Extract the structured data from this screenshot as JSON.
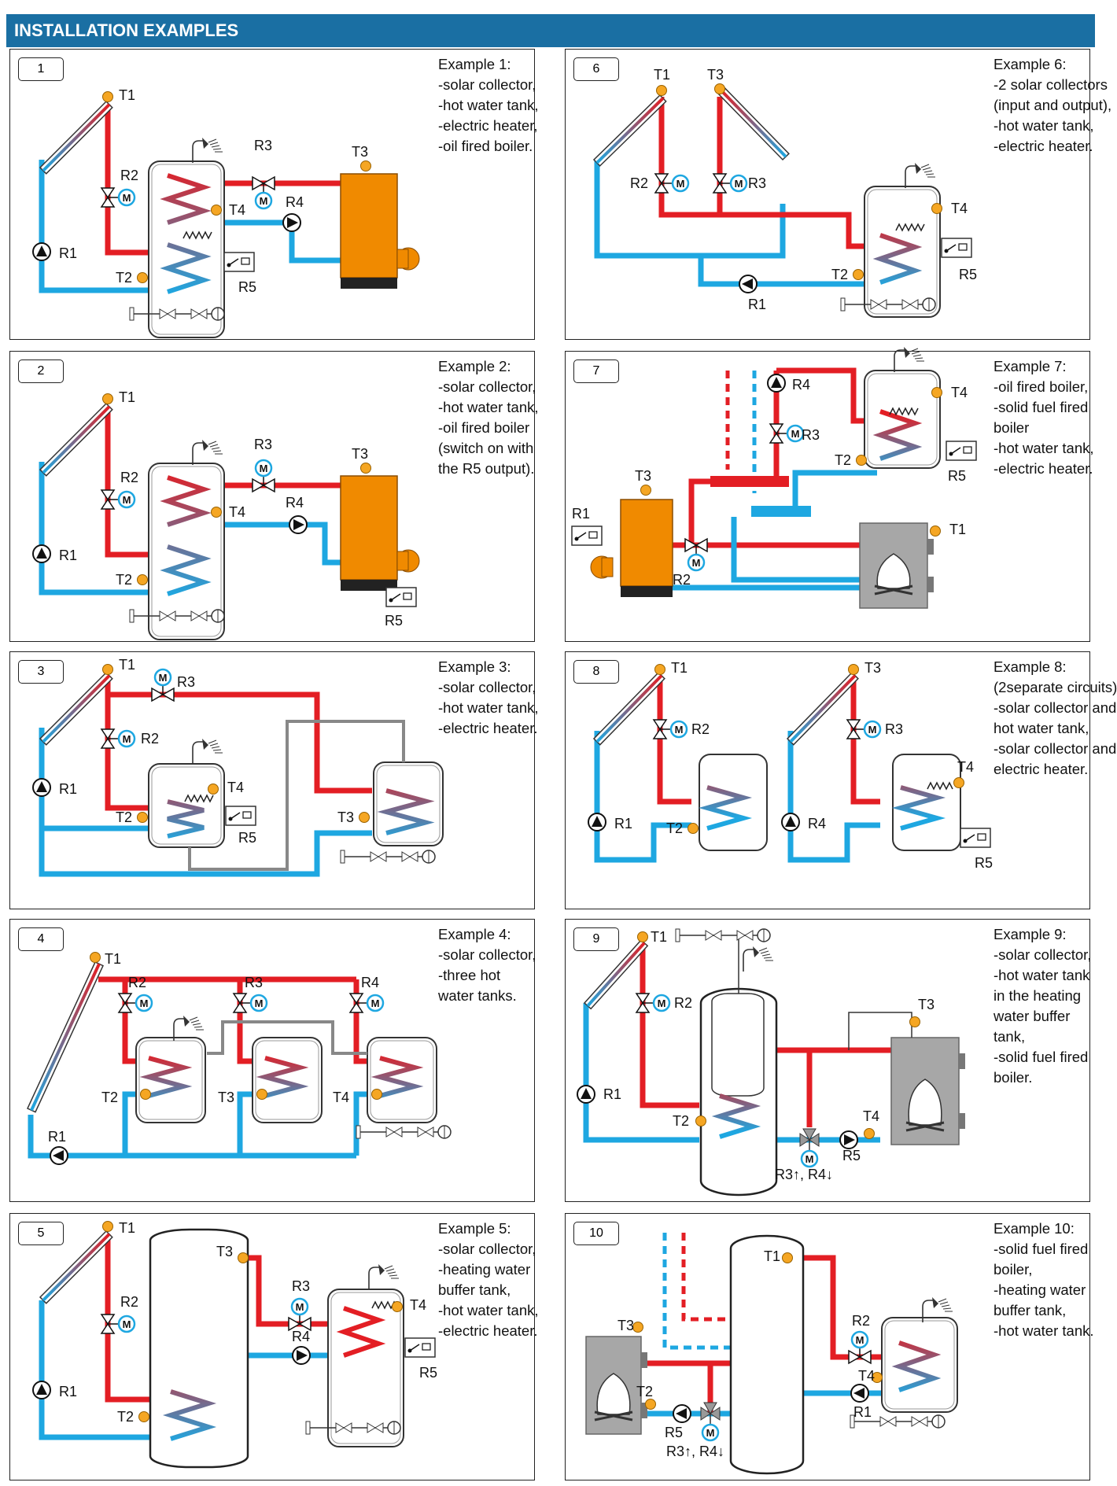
{
  "header": {
    "title": "INSTALLATION EXAMPLES"
  },
  "colors": {
    "hot": "#e31e24",
    "cold": "#1ea7e1",
    "boiler": "#f08a00",
    "solid_boiler": "#a7a7a7",
    "header": "#1a6fa3"
  },
  "examples": [
    {
      "number": "1",
      "lines": [
        "Example 1:",
        "-solar collector,",
        "-hot water tank,",
        "-electric heater,",
        "-oil fired boiler."
      ],
      "labels": [
        "T1",
        "R2",
        "R1",
        "T2",
        "R3",
        "T4",
        "R4",
        "T3",
        "R5"
      ]
    },
    {
      "number": "2",
      "lines": [
        "Example 2:",
        "-solar collector,",
        "-hot water tank,",
        "-oil fired boiler",
        "(switch on with",
        "the R5 output)."
      ],
      "labels": [
        "T1",
        "R2",
        "R1",
        "T2",
        "R3",
        "T4",
        "R4",
        "T3",
        "R5"
      ]
    },
    {
      "number": "3",
      "lines": [
        "Example 3:",
        "-solar collector,",
        "-hot water tank,",
        "-electric heater."
      ],
      "labels": [
        "T1",
        "R3",
        "R2",
        "R1",
        "T4",
        "T2",
        "R5",
        "T3"
      ]
    },
    {
      "number": "4",
      "lines": [
        "Example 4:",
        "-solar collector,",
        "-three hot",
        "water tanks."
      ],
      "labels": [
        "T1",
        "R2",
        "R3",
        "R4",
        "T2",
        "T3",
        "T4",
        "R1"
      ]
    },
    {
      "number": "5",
      "lines": [
        "Example 5:",
        "-solar collector,",
        "-heating water",
        " buffer tank,",
        "-hot water tank,",
        "-electric heater."
      ],
      "labels": [
        "T1",
        "T3",
        "R3",
        "T4",
        "R2",
        "R4",
        "R1",
        "T2",
        "R5"
      ]
    },
    {
      "number": "6",
      "lines": [
        "Example 6:",
        "-2 solar collectors",
        "(input and output),",
        "-hot water tank,",
        "-electric heater."
      ],
      "labels": [
        "T1",
        "T3",
        "R2",
        "R3",
        "T4",
        "T2",
        "R1",
        "R5"
      ]
    },
    {
      "number": "7",
      "lines": [
        "Example 7:",
        "-oil fired boiler,",
        "-solid fuel fired",
        "boiler",
        "-hot water tank,",
        "-electric heater."
      ],
      "labels": [
        "R4",
        "T4",
        "R3",
        "T2",
        "R5",
        "T3",
        "T1",
        "R1",
        "R2"
      ]
    },
    {
      "number": "8",
      "lines": [
        "Example 8:",
        "(2separate circuits)",
        "-solar collector and",
        "hot water tank,",
        "-solar collector and",
        "electric heater."
      ],
      "labels": [
        "T1",
        "R2",
        "T3",
        "R3",
        "T4",
        "R1",
        "T2",
        "R4",
        "R5"
      ]
    },
    {
      "number": "9",
      "lines": [
        "Example 9:",
        "-solar collector,",
        "-hot water tank",
        "in the heating",
        "water buffer",
        "tank,",
        "-solid fuel fired",
        " boiler."
      ],
      "labels": [
        "T1",
        "R2",
        "T3",
        "R1",
        "T4",
        "T2",
        "R5",
        "R3",
        "R4"
      ]
    },
    {
      "number": "10",
      "lines": [
        "Example 10:",
        "-solid fuel fired",
        "boiler,",
        "-heating water",
        "buffer tank,",
        "-hot water tank."
      ],
      "labels": [
        "T1",
        "T3",
        "R2",
        "T4",
        "T2",
        "R1",
        "R5",
        "R3",
        "R4"
      ]
    }
  ]
}
